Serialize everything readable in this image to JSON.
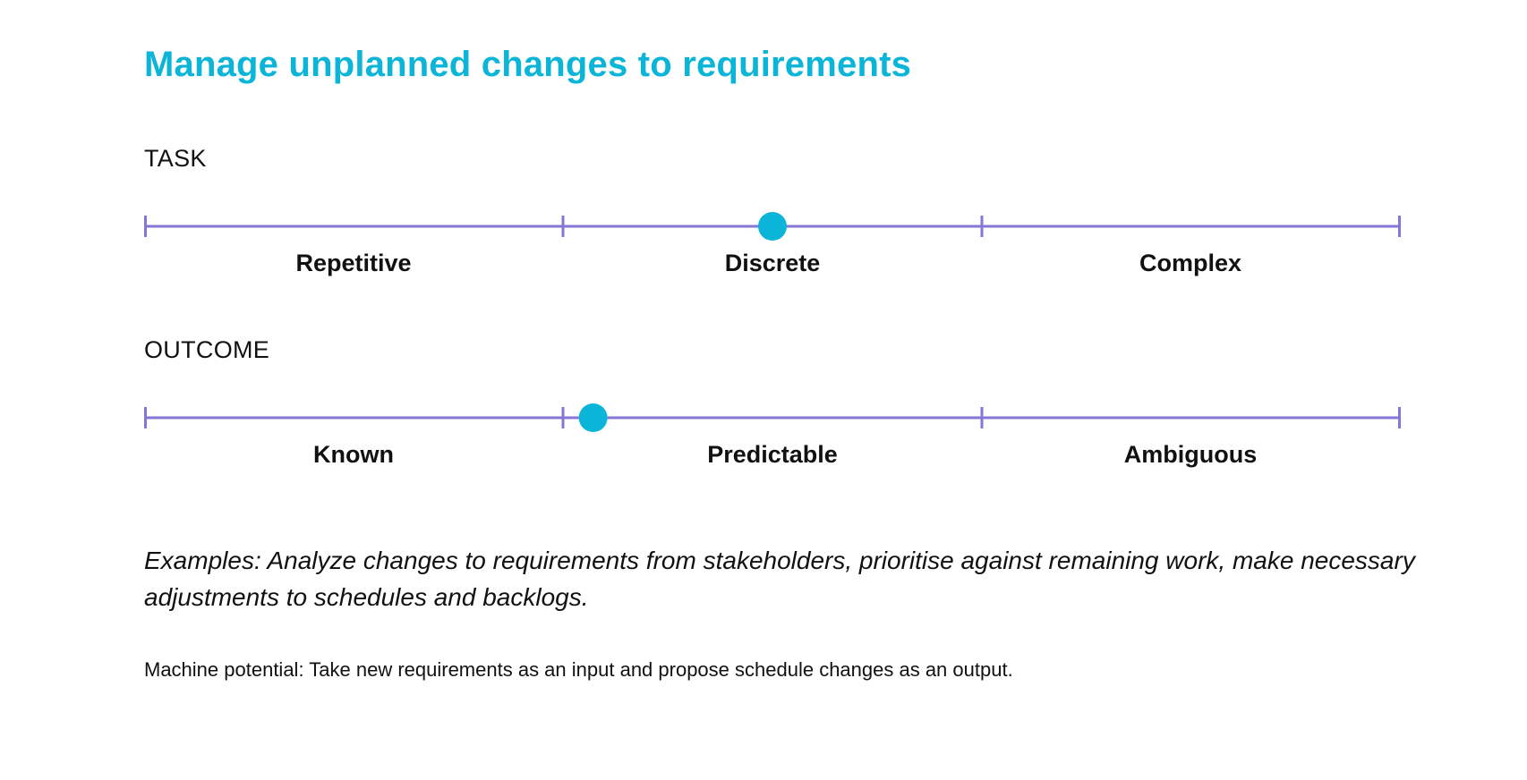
{
  "title": "Manage unplanned changes to requirements",
  "colors": {
    "title": "#0bb5d8",
    "scale_line": "#8677d6",
    "marker": "#0bb5d8",
    "text": "#111111"
  },
  "task": {
    "label": "TASK",
    "zones": [
      "Repetitive",
      "Discrete",
      "Complex"
    ],
    "marker_position": 0.5
  },
  "outcome": {
    "label": "OUTCOME",
    "zones": [
      "Known",
      "Predictable",
      "Ambiguous"
    ],
    "marker_position": 0.357
  },
  "examples": "Examples: Analyze changes to requirements from stakeholders, prioritise against remaining work, make necessary adjustments to schedules and backlogs.",
  "machine_potential": "Machine potential: Take new requirements as an input and propose schedule changes as an output."
}
